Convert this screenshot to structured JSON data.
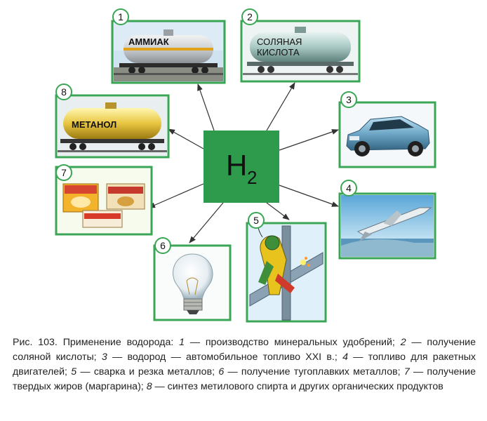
{
  "center": {
    "symbol": "H",
    "subscript": "2",
    "color": "#2e9a4c"
  },
  "frame_color": "#3aa655",
  "badges": [
    "1",
    "2",
    "3",
    "4",
    "5",
    "6",
    "7",
    "8"
  ],
  "tank_labels": {
    "ammonia": "АММИАК",
    "hydrochloric_line1": "СОЛЯНАЯ",
    "hydrochloric_line2": "КИСЛОТА",
    "methanol": "МЕТАНОЛ"
  },
  "caption": {
    "prefix": "Рис. 103. Применение водорода: ",
    "items": [
      {
        "num": "1",
        "text": " — производство минеральных удобрений; "
      },
      {
        "num": "2",
        "text": " — получение соляной кислоты; "
      },
      {
        "num": "3",
        "text": " — водород — автомобильное топливо XXI в.; "
      },
      {
        "num": "4",
        "text": " — топливо для ракетных двигателей; "
      },
      {
        "num": "5",
        "text": " — сварка и резка металлов; "
      },
      {
        "num": "6",
        "text": " — получение тугоплавких металлов; "
      },
      {
        "num": "7",
        "text": " — получение твердых жиров (маргарина); "
      },
      {
        "num": "8",
        "text": " — синтез метилового спирта и других органических продуктов"
      }
    ]
  }
}
